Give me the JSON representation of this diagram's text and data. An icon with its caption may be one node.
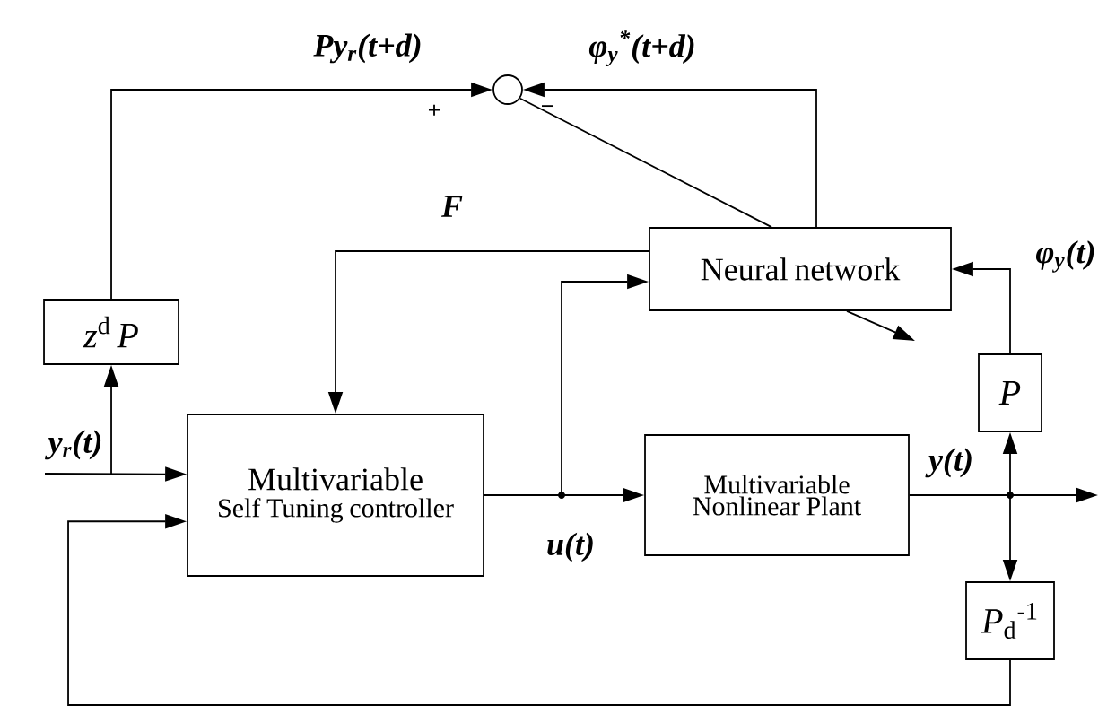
{
  "diagram": {
    "nodes": [
      {
        "text": [],
        "shape": "circle"
      },
      {
        "text": [
          "*z*$^{d}$ *P*"
        ]
      },
      {
        "text": [
          "Neural network"
        ]
      },
      {
        "text": [
          "Multivariable",
          "Self Tuning controller"
        ]
      },
      {
        "text": [
          "Multivariable Nonlinear Plant"
        ]
      },
      {
        "text": [
          "*P*"
        ]
      },
      {
        "text": [
          "*P*$_{d}$$^{-1}$"
        ]
      }
    ],
    "edges": [
      {
        "from": 1,
        "to": 0,
        "arrow": "to",
        "label": "Py$_{r}$(t+d)"
      },
      {
        "from": 2,
        "to": 0,
        "arrow": "to",
        "label": "φ$_{y}$$^{*}$(t+d)"
      },
      {
        "from": 0,
        "to": 2,
        "arrow": "none"
      },
      {
        "from": 2,
        "to": 3,
        "arrow": "to",
        "label": "F"
      },
      {
        "from": 3,
        "to": 2,
        "arrow": "to"
      },
      {
        "from": 3,
        "to": 4,
        "arrow": "to",
        "label": "u(t)"
      },
      {
        "from": 4,
        "to": null,
        "arrow": "to",
        "label": "y(t)"
      },
      {
        "from": 4,
        "to": 5,
        "arrow": "to"
      },
      {
        "from": 4,
        "to": 6,
        "arrow": "to"
      },
      {
        "from": 5,
        "to": 2,
        "arrow": "to",
        "label": "φ$_{y}$(t)"
      },
      {
        "from": 6,
        "to": 3,
        "arrow": "to"
      },
      {
        "from": null,
        "to": 3,
        "arrow": "to",
        "label": "y$_{r}$(t)"
      },
      {
        "from": null,
        "to": 1,
        "arrow": "to"
      },
      {
        "from": 2,
        "to": null,
        "arrow": "to"
      }
    ],
    "labels": [
      "+",
      "−"
    ]
  }
}
